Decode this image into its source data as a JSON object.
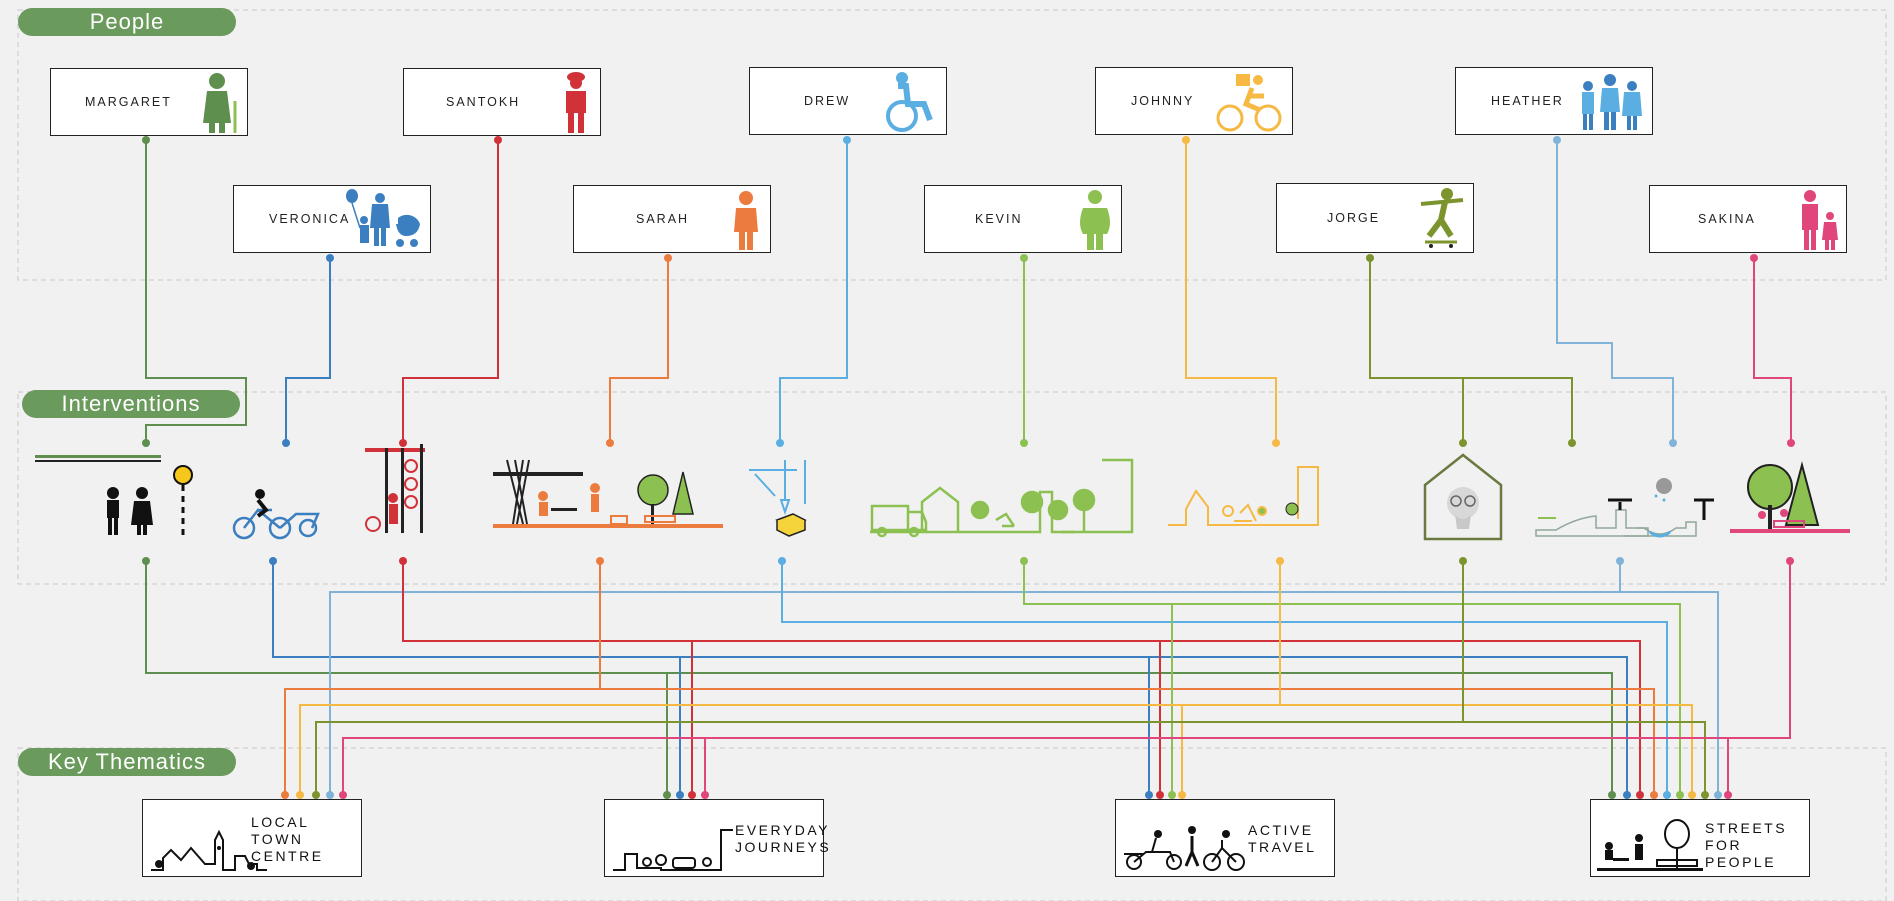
{
  "sections": {
    "people": "People",
    "interventions": "Interventions",
    "themes": "Key Thematics"
  },
  "people": [
    {
      "name": "MARGARET",
      "color": "#5e8f4f",
      "icon": "elderly-woman-icon"
    },
    {
      "name": "VERONICA",
      "color": "#3b7fc0",
      "icon": "parent-with-pram-icon"
    },
    {
      "name": "SANTOKH",
      "color": "#d1323a",
      "icon": "man-with-turban-icon"
    },
    {
      "name": "SARAH",
      "color": "#ec7b3e",
      "icon": "young-woman-icon"
    },
    {
      "name": "DREW",
      "color": "#5aaee2",
      "icon": "wheelchair-user-icon"
    },
    {
      "name": "KEVIN",
      "color": "#8cc152",
      "icon": "man-icon"
    },
    {
      "name": "JOHNNY",
      "color": "#f6b943",
      "icon": "delivery-cyclist-icon"
    },
    {
      "name": "JORGE",
      "color": "#7c942e",
      "icon": "skateboarder-icon"
    },
    {
      "name": "HEATHER",
      "color": "#7fb4d8",
      "icon": "family-icon"
    },
    {
      "name": "SAKINA",
      "color": "#e0457b",
      "icon": "mother-and-child-icon"
    }
  ],
  "interventions": [
    {
      "icon": "bus-stop-shelter-icon",
      "color": "#5e8f4f"
    },
    {
      "icon": "cargo-bike-icon",
      "color": "#3b7fc0"
    },
    {
      "icon": "bike-parking-icon",
      "color": "#d1323a"
    },
    {
      "icon": "parklet-seating-icon",
      "color": "#ec7b3e"
    },
    {
      "icon": "planting-tools-icon",
      "color": "#5aaee2"
    },
    {
      "icon": "green-street-icon",
      "color": "#8cc152"
    },
    {
      "icon": "cycle-lane-icon",
      "color": "#f6b943"
    },
    {
      "icon": "community-house-icon",
      "color": "#7c942e"
    },
    {
      "icon": "rain-garden-icon",
      "color": "#7fb4d8"
    },
    {
      "icon": "pocket-park-icon",
      "color": "#e0457b"
    }
  ],
  "themes": [
    {
      "line1": "LOCAL TOWN",
      "line2": "CENTRE",
      "icon": "town-centre-icon"
    },
    {
      "line1": "EVERYDAY",
      "line2": "JOURNEYS",
      "icon": "journeys-icon"
    },
    {
      "line1": "ACTIVE",
      "line2": "TRAVEL",
      "icon": "active-travel-icon"
    },
    {
      "line1": "STREETS",
      "line2": "FOR PEOPLE",
      "icon": "streets-for-people-icon"
    }
  ]
}
